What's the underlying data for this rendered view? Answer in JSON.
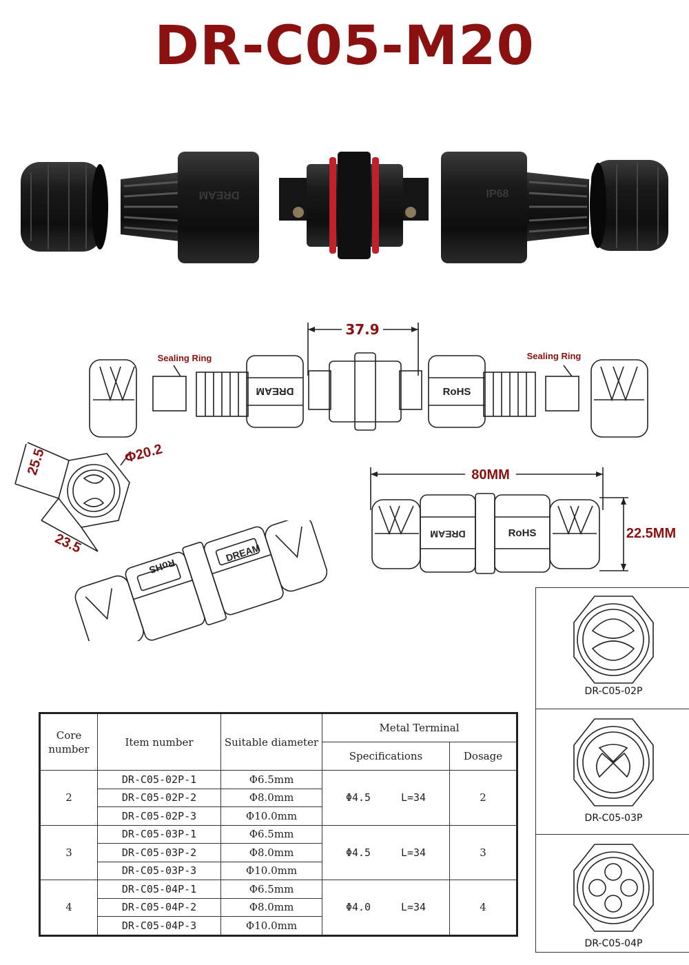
{
  "title": "DR-C05-M20",
  "dimensions": {
    "width": "37.9",
    "length": "80MM",
    "height": "22.5MM",
    "hex_a": "25.5",
    "hex_b": "23.5",
    "diameter": "Φ20.2"
  },
  "labels": {
    "sealing_ring_left": "Sealing Ring",
    "sealing_ring_right": "Sealing Ring",
    "dream": "DREAM",
    "rohs": "RoHS",
    "ip68": "IP68"
  },
  "colors": {
    "accent": "#8b1010",
    "product": "#1a1a1a",
    "seal": "#c0202a"
  },
  "table": {
    "headers": {
      "core_number": "Core number",
      "item_number": "Item number",
      "suitable_diameter": "Suitable diameter",
      "metal_terminal": "Metal Terminal",
      "specifications": "Specifications",
      "dosage": "Dosage"
    },
    "groups": [
      {
        "core": "2",
        "spec_d": "Φ4.5",
        "spec_l": "L=34",
        "dosage": "2",
        "items": [
          {
            "item": "DR-C05-02P-1",
            "diameter": "Φ6.5mm"
          },
          {
            "item": "DR-C05-02P-2",
            "diameter": "Φ8.0mm"
          },
          {
            "item": "DR-C05-02P-3",
            "diameter": "Φ10.0mm"
          }
        ]
      },
      {
        "core": "3",
        "spec_d": "Φ4.5",
        "spec_l": "L=34",
        "dosage": "3",
        "items": [
          {
            "item": "DR-C05-03P-1",
            "diameter": "Φ6.5mm"
          },
          {
            "item": "DR-C05-03P-2",
            "diameter": "Φ8.0mm"
          },
          {
            "item": "DR-C05-03P-3",
            "diameter": "Φ10.0mm"
          }
        ]
      },
      {
        "core": "4",
        "spec_d": "Φ4.0",
        "spec_l": "L=34",
        "dosage": "4",
        "items": [
          {
            "item": "DR-C05-04P-1",
            "diameter": "Φ6.5mm"
          },
          {
            "item": "DR-C05-04P-2",
            "diameter": "Φ8.0mm"
          },
          {
            "item": "DR-C05-04P-3",
            "diameter": "Φ10.0mm"
          }
        ]
      }
    ]
  },
  "variants": [
    "DR-C05-02P",
    "DR-C05-03P",
    "DR-C05-04P"
  ]
}
